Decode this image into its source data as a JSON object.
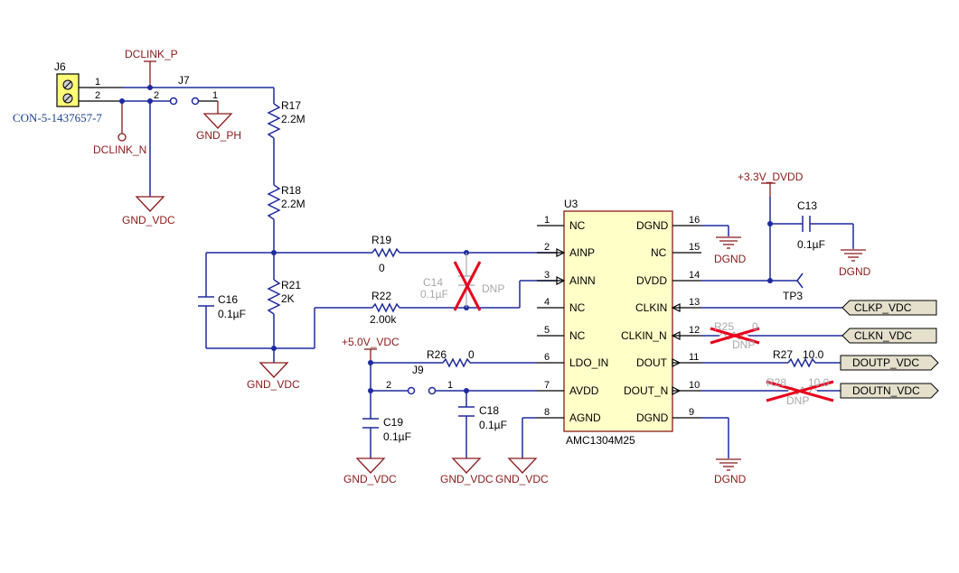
{
  "components": {
    "j6": {
      "ref": "J6",
      "part": "CON-5-1437657-7",
      "pin1": "1",
      "pin2": "2"
    },
    "j7": {
      "ref": "J7",
      "pin1": "1",
      "pin2": "2"
    },
    "j9": {
      "ref": "J9",
      "pin1": "1",
      "pin2": "2"
    },
    "r17": {
      "ref": "R17",
      "value": "2.2M"
    },
    "r18": {
      "ref": "R18",
      "value": "2.2M"
    },
    "r19": {
      "ref": "R19",
      "value": "0"
    },
    "r21": {
      "ref": "R21",
      "value": "2K"
    },
    "r22": {
      "ref": "R22",
      "value": "2.00k"
    },
    "r25": {
      "ref": "R25",
      "value": "0",
      "dnp": "DNP"
    },
    "r26": {
      "ref": "R26",
      "value": "0"
    },
    "r27": {
      "ref": "R27",
      "value": "10.0"
    },
    "r28": {
      "ref": "R28",
      "value": "10.0",
      "dnp": "DNP"
    },
    "c13": {
      "ref": "C13",
      "value": "0.1µF"
    },
    "c14": {
      "ref": "C14",
      "value": "0.1µF",
      "dnp": "DNP"
    },
    "c16": {
      "ref": "C16",
      "value": "0.1µF"
    },
    "c18": {
      "ref": "C18",
      "value": "0.1µF"
    },
    "c19": {
      "ref": "C19",
      "value": "0.1µF"
    },
    "tp3": {
      "ref": "TP3"
    }
  },
  "u3": {
    "ref": "U3",
    "part": "AMC1304M25",
    "left_pins": [
      {
        "num": "1",
        "name": "NC"
      },
      {
        "num": "2",
        "name": "AINP"
      },
      {
        "num": "3",
        "name": "AINN"
      },
      {
        "num": "4",
        "name": "NC"
      },
      {
        "num": "5",
        "name": "NC"
      },
      {
        "num": "6",
        "name": "LDO_IN"
      },
      {
        "num": "7",
        "name": "AVDD"
      },
      {
        "num": "8",
        "name": "AGND"
      }
    ],
    "right_pins": [
      {
        "num": "16",
        "name": "DGND"
      },
      {
        "num": "15",
        "name": "NC"
      },
      {
        "num": "14",
        "name": "DVDD"
      },
      {
        "num": "13",
        "name": "CLKIN"
      },
      {
        "num": "12",
        "name": "CLKIN_N"
      },
      {
        "num": "11",
        "name": "DOUT"
      },
      {
        "num": "10",
        "name": "DOUT_N"
      },
      {
        "num": "9",
        "name": "DGND"
      }
    ]
  },
  "nets": {
    "dclink_p": "DCLINK_P",
    "dclink_n": "DCLINK_N",
    "gnd_ph": "GND_PH",
    "gnd_vdc": "GND_VDC",
    "dgnd": "DGND",
    "v33": "+3.3V_DVDD",
    "v50": "+5.0V_VDC"
  },
  "ports": {
    "clkp": "CLKP_VDC",
    "clkn": "CLKN_VDC",
    "doutp": "DOUTP_VDC",
    "doutn": "DOUTN_VDC"
  },
  "colors": {
    "wire": "#1e2a9e",
    "power": "#8b1a1a",
    "chip_fill": "#ffffc8",
    "port_fill": "#e4e0cc",
    "dnp_cross": "#e8001c",
    "dnp_text": "#a8a8a8"
  }
}
